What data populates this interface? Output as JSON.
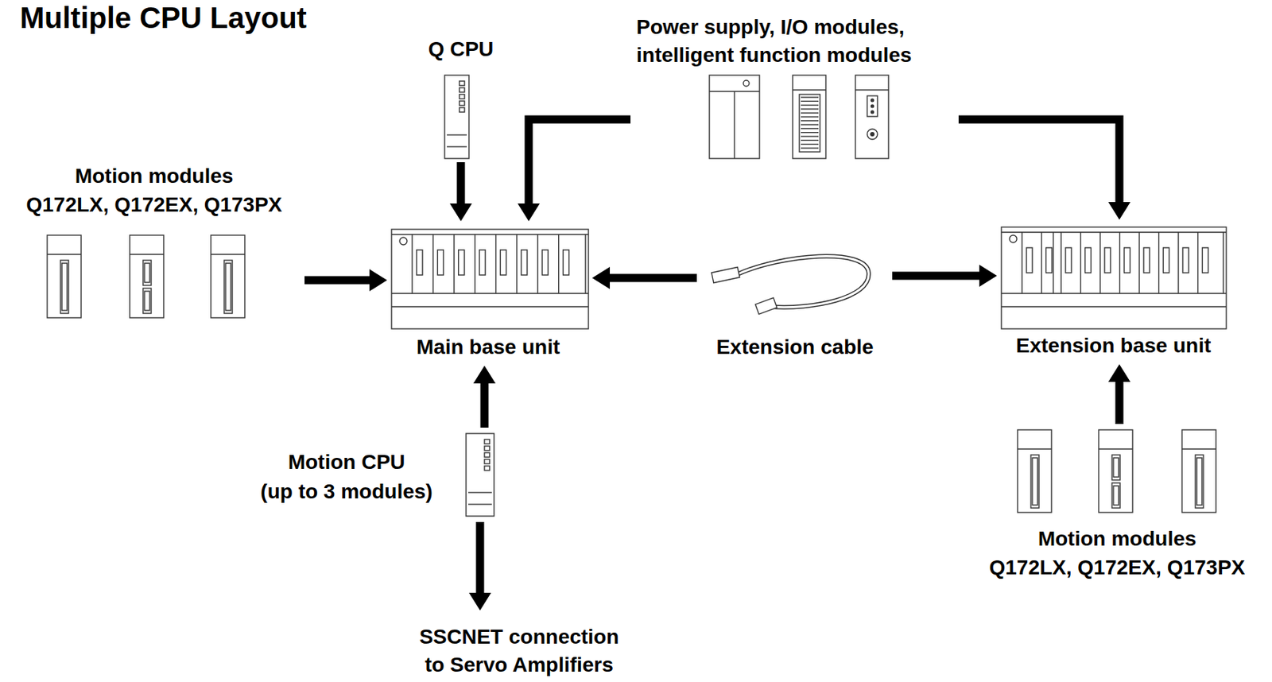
{
  "diagram": {
    "title": "Multiple CPU Layout",
    "nodes": [
      {
        "text": [
          "Q CPU"
        ]
      },
      {
        "text": [
          "Power supply, I/O modules, intelligent function modules"
        ]
      },
      {
        "text": [
          "Motion modules",
          "Q172LX, Q172EX, Q173PX"
        ]
      },
      {
        "text": [
          "Main base unit"
        ]
      },
      {
        "text": [
          "Extension cable"
        ]
      },
      {
        "text": [
          "Extension base unit"
        ]
      },
      {
        "text": [
          "Motion CPU",
          "(up to 3 modules)"
        ]
      },
      {
        "text": [
          "SSCNET connection to Servo Amplifiers"
        ]
      },
      {
        "text": [
          "Motion modules",
          "Q172LX, Q172EX, Q173PX"
        ]
      }
    ],
    "edges": [
      {
        "from": 0,
        "to": 3,
        "arrow": "to"
      },
      {
        "from": 1,
        "to": 3,
        "arrow": "to"
      },
      {
        "from": 1,
        "to": 5,
        "arrow": "to"
      },
      {
        "from": 2,
        "to": 3,
        "arrow": "to"
      },
      {
        "from": 4,
        "to": 3,
        "arrow": "to"
      },
      {
        "from": 4,
        "to": 5,
        "arrow": "to"
      },
      {
        "from": 6,
        "to": 3,
        "arrow": "to"
      },
      {
        "from": 6,
        "to": 7,
        "arrow": "to"
      },
      {
        "from": 8,
        "to": 5,
        "arrow": "to"
      }
    ]
  }
}
